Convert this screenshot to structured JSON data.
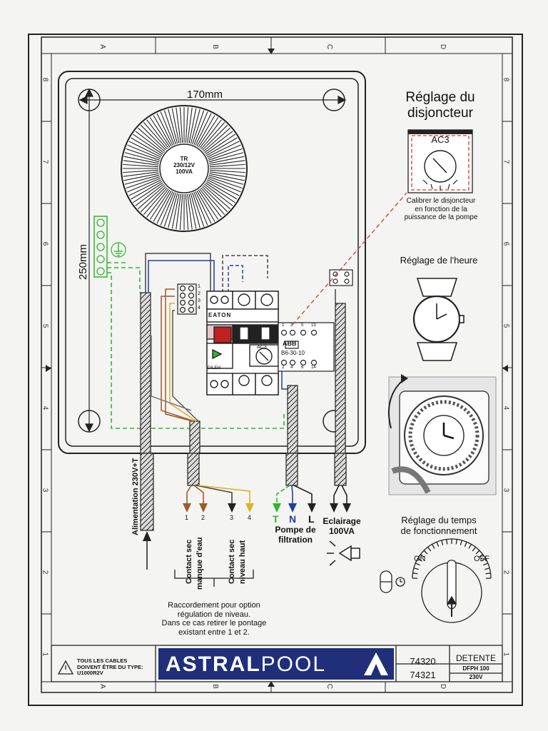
{
  "dimensions": {
    "width_label": "170mm",
    "height_label": "250mm"
  },
  "transformer": {
    "line1": "TR",
    "line2": "230/12V",
    "line3": "100VA"
  },
  "grid": {
    "letters": [
      "A",
      "B",
      "C",
      "D"
    ],
    "numbers": [
      "8",
      "7",
      "6",
      "5",
      "4",
      "3",
      "2",
      "1"
    ]
  },
  "breaker_panel": {
    "title_line1": "Réglage du",
    "title_line2": "disjoncteur",
    "dial_label": "AC3",
    "caption_line1": "Calibrer le disjoncteur",
    "caption_line2": "en fonction de la",
    "caption_line3": "puissance de la pompe"
  },
  "clock_panel": {
    "title": "Réglage de l'heure"
  },
  "runtime_panel": {
    "title_line1": "Réglage du temps",
    "title_line2": "de fonctionnement",
    "on_label": "ON",
    "off_label": "OFF"
  },
  "components": {
    "contactor_brand": "EATON",
    "contactor_ref": "DILEM",
    "relay_brand": "ABB",
    "relay_model": "B6-30-10",
    "relay_label": "AC3",
    "terminal_numbers": [
      "1",
      "2",
      "3",
      "4"
    ],
    "relay_top_numbers": [
      "1",
      "3",
      "5",
      "13"
    ],
    "relay_bottom_numbers": [
      "2",
      "4",
      "6",
      "14"
    ]
  },
  "wiring": {
    "supply_label": "Alimentation 230V+T",
    "contact_numbers": [
      "1",
      "2",
      "3",
      "4"
    ],
    "contact_water_line1": "Contact sec",
    "contact_water_line2": "manque d'eau",
    "contact_level_line1": "Contact sec",
    "contact_level_line2": "niveau haut",
    "pump_letters": [
      "T",
      "N",
      "L"
    ],
    "pump_label_line1": "Pompe de",
    "pump_label_line2": "filtration",
    "light_label_line1": "Eclairage",
    "light_label_line2": "100VA",
    "note_line1": "Raccordement pour option",
    "note_line2": "régulation de niveau.",
    "note_line3": "Dans ce cas retirer le pontage",
    "note_line4": "existant entre 1 et 2."
  },
  "title_block": {
    "warning_line1": "TOUS LES CABLES",
    "warning_line2": "DOIVENT ÊTRE DU TYPE:",
    "warning_line3": "U1000R2V",
    "logo_bold": "ASTRAL",
    "logo_light": "POOL",
    "ref1": "74320",
    "ref2": "74321",
    "name": "DETENTE",
    "model": "DFPH 100",
    "voltage": "230V"
  },
  "colors": {
    "earth": "#2fb52f",
    "neutral": "#1f3fa8",
    "brown": "#a05a2a",
    "yellow": "#e0b020",
    "leader": "#d23a2a",
    "logo_bg": "#1f2f7a"
  }
}
